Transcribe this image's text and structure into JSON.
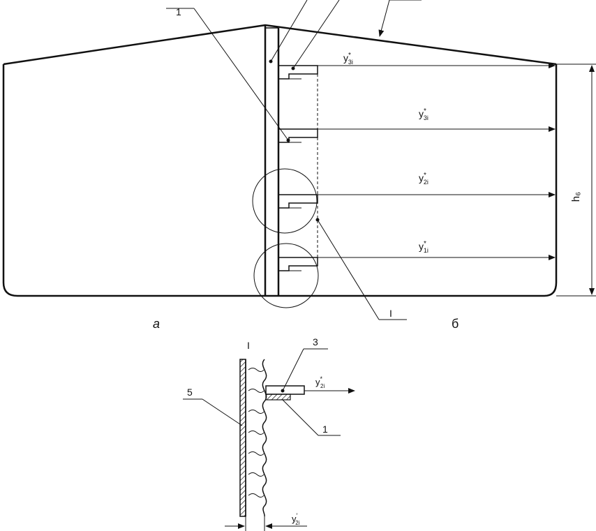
{
  "view_a_label": "а",
  "view_b_label": "б",
  "detail_mark": "I",
  "detail_title": "I",
  "height_label": "h₆",
  "callouts_top": {
    "c1": "1",
    "c2": "",
    "c3": "",
    "c4": ""
  },
  "dimensions_top": {
    "d1": {
      "base": "y",
      "sup": "*",
      "sub": "3i"
    },
    "d2": {
      "base": "y",
      "sup": "*",
      "sub": "3i"
    },
    "d3": {
      "base": "y",
      "sup": "*",
      "sub": "2i"
    },
    "d4": {
      "base": "y",
      "sup": "*",
      "sub": "1i"
    }
  },
  "detail": {
    "callout_3": "3",
    "callout_5": "5",
    "callout_1": "1",
    "dim_right": {
      "base": "y",
      "sup": "*",
      "sub": "2i"
    },
    "dim_bottom": {
      "base": "y",
      "sup": "′",
      "sub": "2i"
    }
  },
  "colors": {
    "ink": "#111111",
    "background": "#ffffff"
  }
}
